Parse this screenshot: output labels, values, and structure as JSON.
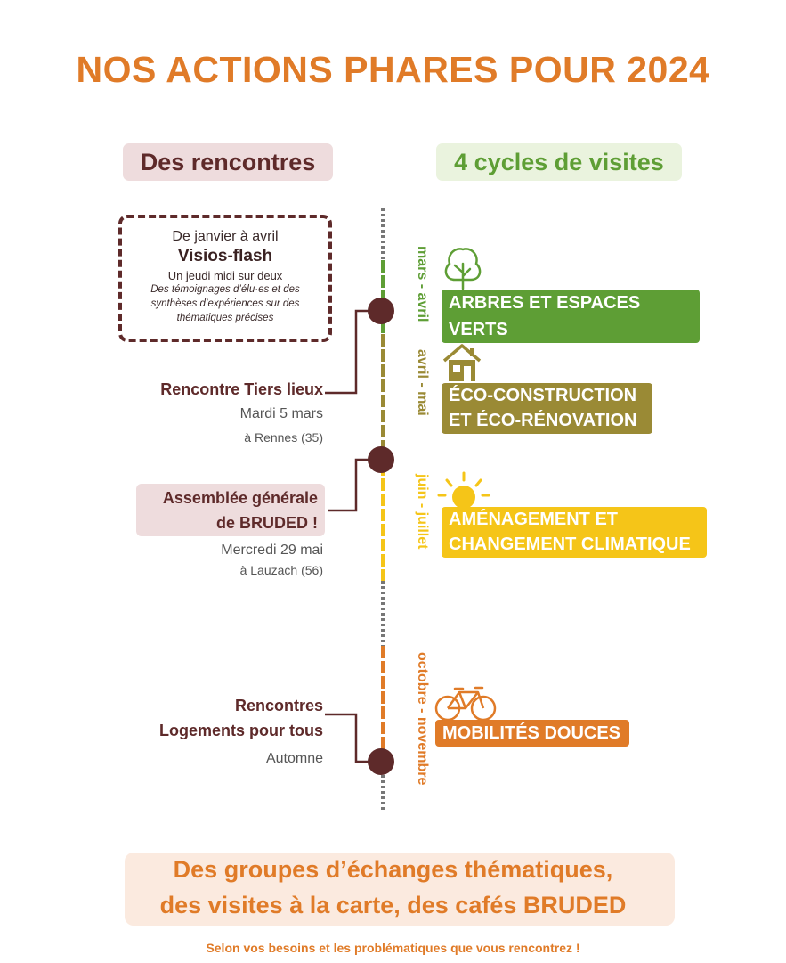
{
  "title": "NOS ACTIONS PHARES POUR 2024",
  "headers": {
    "left": "Des rencontres",
    "right": "4 cycles de visites"
  },
  "box": {
    "period": "De janvier à avril",
    "name": "Visios-flash",
    "frequency": "Un jeudi midi sur deux",
    "description": "Des témoignages d’élu·es et des synthèses d’expériences sur des thématiques précises"
  },
  "events": [
    {
      "title": "Rencontre Tiers lieux",
      "date": "Mardi 5 mars",
      "place": "à Rennes (35)"
    },
    {
      "title_line1": "Assemblée générale",
      "title_line2": "de BRUDED !",
      "date": "Mercredi 29 mai",
      "place": "à Lauzach (56)"
    },
    {
      "title_line1": "Rencontres",
      "title_line2": "Logements pour tous",
      "date": "Automne"
    }
  ],
  "cycles": [
    {
      "months": "mars - avril",
      "label": "ARBRES ET ESPACES VERTS",
      "color": "#5E9E35",
      "icon": "tree-icon"
    },
    {
      "months": "avril - mai",
      "label_line1": "ÉCO-CONSTRUCTION",
      "label_line2": "ET ÉCO-RÉNOVATION",
      "color": "#9A8A35",
      "icon": "house-icon"
    },
    {
      "months": "juin - juillet",
      "label_line1": "AMÉNAGEMENT ET",
      "label_line2": "CHANGEMENT CLIMATIQUE",
      "color": "#F5C518",
      "icon": "sun-icon"
    },
    {
      "months": "octobre - novembre",
      "label": "MOBILITÉS DOUCES",
      "color": "#E07B28",
      "icon": "bicycle-icon"
    }
  ],
  "bottom": {
    "line1": "Des groupes d’échanges thématiques,",
    "line2": "des visites à la carte, des cafés BRUDED",
    "footer": "Selon vos besoins et les problématiques que vous rencontrez !"
  },
  "colors": {
    "accent": "#E07B28",
    "maroon": "#5E2A2A",
    "green": "#5E9E35",
    "olive": "#9A8A35",
    "yellow": "#F5C518",
    "grey": "#777777"
  }
}
